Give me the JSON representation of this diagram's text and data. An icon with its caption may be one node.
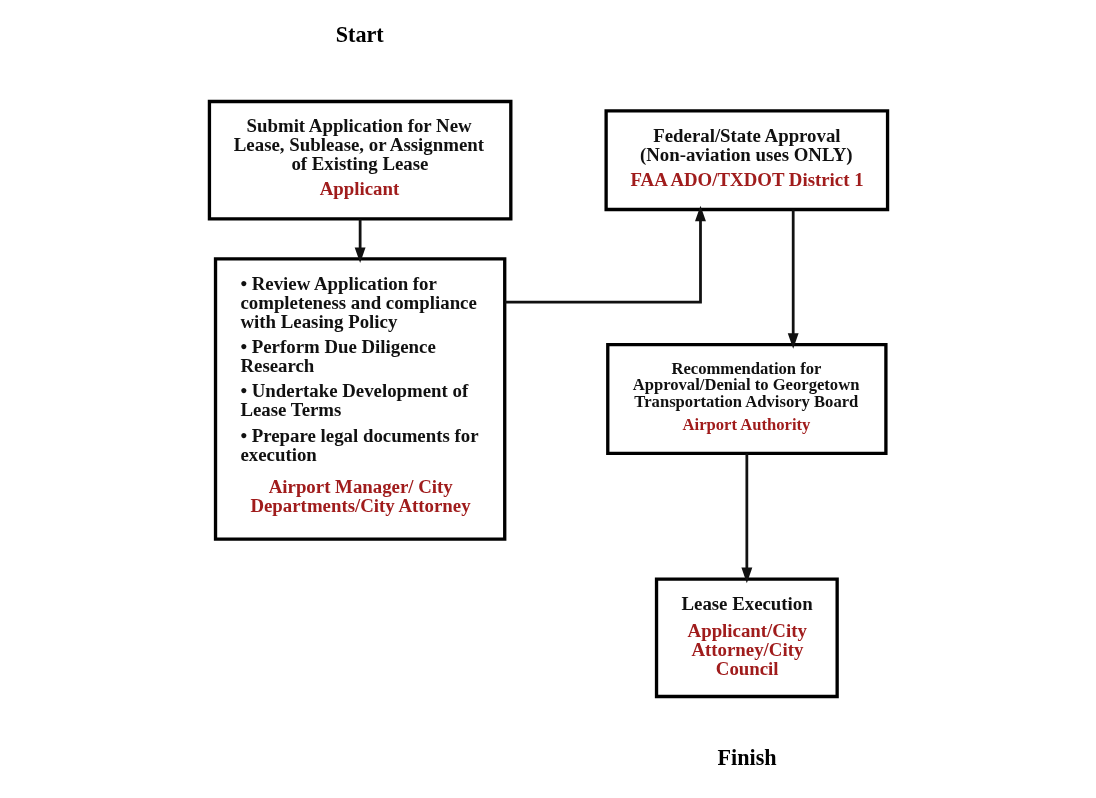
{
  "diagram": {
    "nodes": [
      {
        "text": [
          "Submit Application for New Lease, Sublease, or Assignment of Existing Lease",
          "Applicant"
        ]
      },
      {
        "text": [
          "• Review Application for completeness and compliance with Leasing Policy",
          "• Perform Due Diligence Research",
          "• Undertake Development of Lease Terms",
          "• Prepare legal documents for execution",
          "Airport Manager/ City Departments/City Attorney"
        ]
      },
      {
        "text": [
          "Federal/State Approval (Non-aviation uses ONLY)",
          "FAA ADO/TXDOT District 1"
        ]
      },
      {
        "text": [
          "Recommendation for Approval/Denial to Georgetown Transportation Advisory Board",
          "Airport Authority"
        ]
      },
      {
        "text": [
          "Lease Execution",
          "Applicant/City Attorney/City Council"
        ]
      }
    ],
    "edges": [
      {
        "from": 0,
        "to": 1,
        "arrow": "to"
      },
      {
        "from": 1,
        "to": 2,
        "arrow": "to"
      },
      {
        "from": 2,
        "to": 3,
        "arrow": "to"
      },
      {
        "from": 3,
        "to": 4,
        "arrow": "to"
      }
    ],
    "labels": [
      "Start",
      "Finish"
    ]
  }
}
